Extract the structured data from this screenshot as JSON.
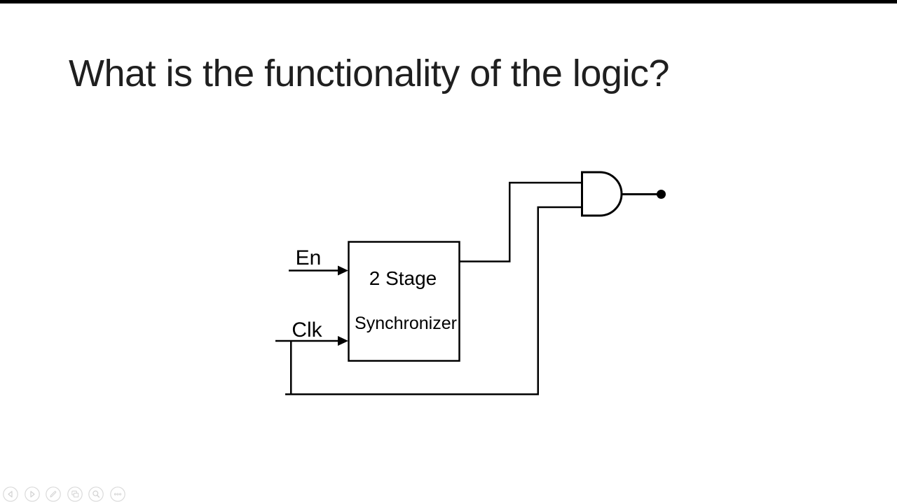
{
  "slide": {
    "title": "What is the functionality of the logic?"
  },
  "diagram": {
    "box": {
      "line1": "2 Stage",
      "line2": "Synchronizer"
    },
    "inputs": [
      {
        "label": "En"
      },
      {
        "label": "Clk"
      }
    ],
    "gate_type": "AND",
    "output_marker": "filled-dot",
    "colors": {
      "line": "#000000",
      "label_text": "#000000",
      "title_text": "#1f1f1f",
      "background": "#ffffff",
      "top_bar": "#000000"
    }
  },
  "presenter_controls": {
    "items": [
      {
        "icon": "previous-slide-icon"
      },
      {
        "icon": "next-slide-icon"
      },
      {
        "icon": "pen-tools-icon"
      },
      {
        "icon": "see-all-slides-icon"
      },
      {
        "icon": "zoom-slide-icon"
      },
      {
        "icon": "more-options-icon"
      }
    ],
    "color": "#d9d9d9"
  }
}
